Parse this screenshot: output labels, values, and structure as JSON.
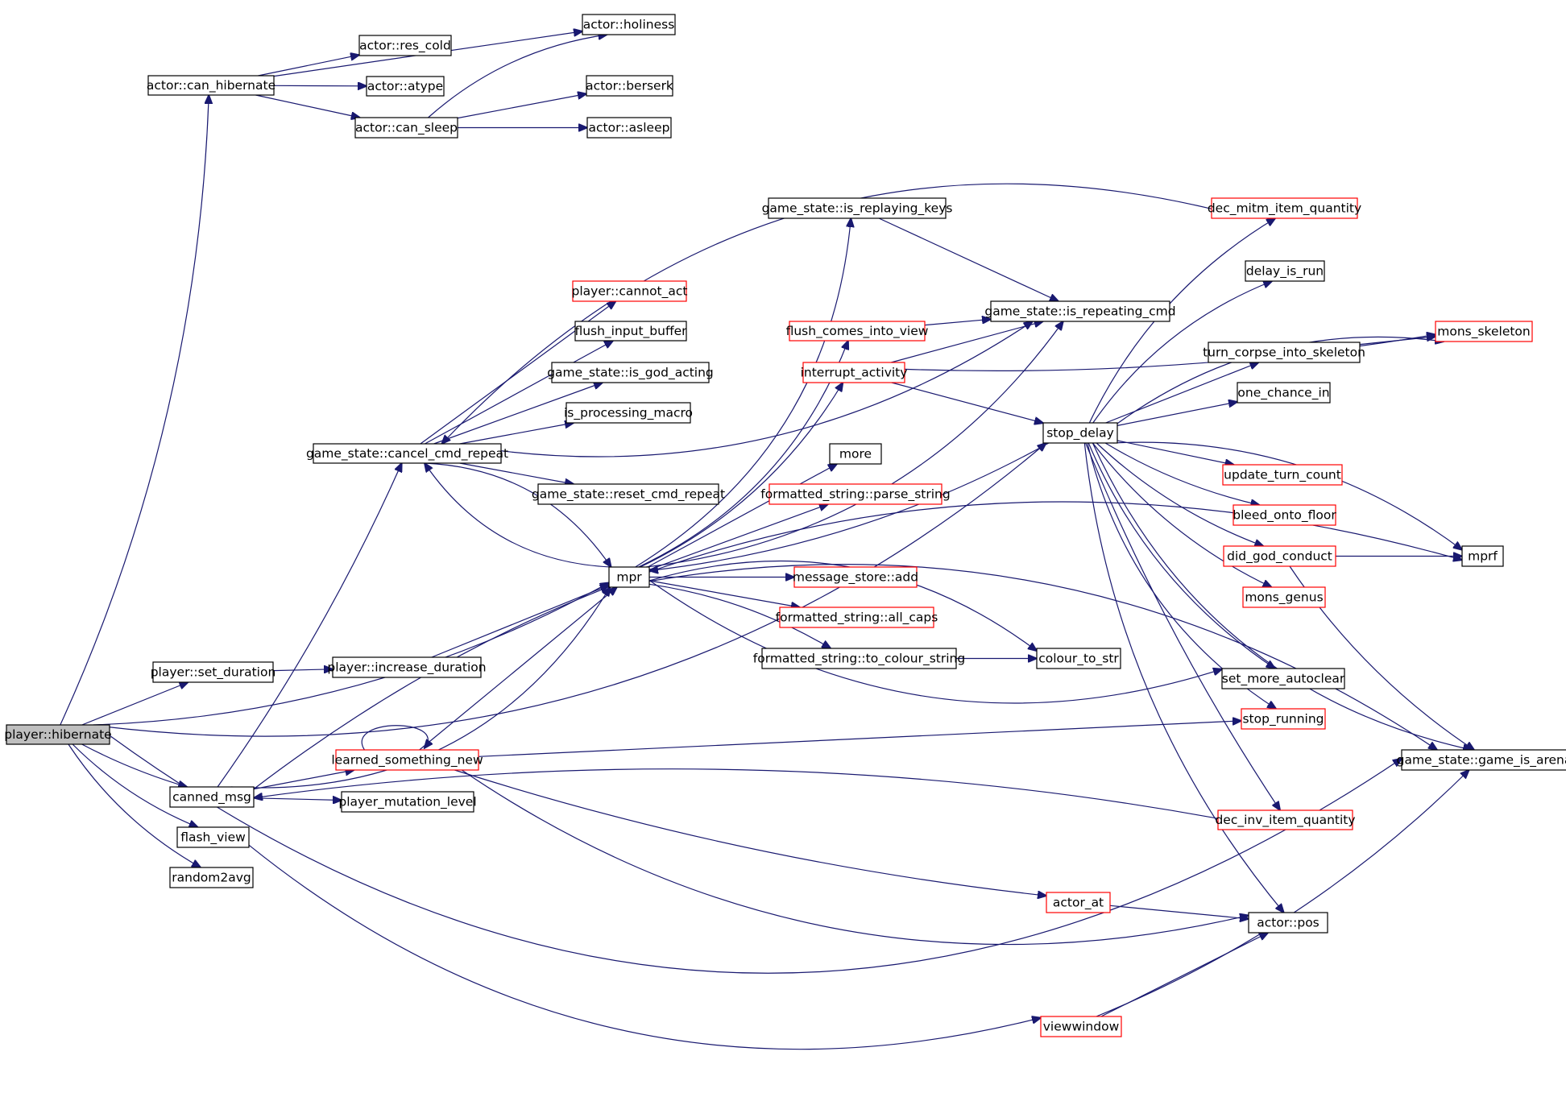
{
  "colors": {
    "edge": "#191970",
    "node_border_default": "#000000",
    "node_border_truncated": "#ff0000",
    "root_fill": "#bfbfbf",
    "node_fill": "#ffffff"
  },
  "nodes": [
    {
      "id": "hibernate",
      "label": "player::hibernate",
      "kind": "root"
    },
    {
      "id": "can_hibernate",
      "label": "actor::can_hibernate",
      "kind": "normal"
    },
    {
      "id": "holiness",
      "label": "actor::holiness",
      "kind": "normal"
    },
    {
      "id": "res_cold",
      "label": "actor::res_cold",
      "kind": "normal"
    },
    {
      "id": "atype",
      "label": "actor::atype",
      "kind": "normal"
    },
    {
      "id": "berserk",
      "label": "actor::berserk",
      "kind": "normal"
    },
    {
      "id": "can_sleep",
      "label": "actor::can_sleep",
      "kind": "normal"
    },
    {
      "id": "asleep",
      "label": "actor::asleep",
      "kind": "normal"
    },
    {
      "id": "is_replaying_keys",
      "label": "game_state::is_replaying_keys",
      "kind": "normal"
    },
    {
      "id": "dec_mitm",
      "label": "dec_mitm_item_quantity",
      "kind": "truncated"
    },
    {
      "id": "delay_is_run",
      "label": "delay_is_run",
      "kind": "normal"
    },
    {
      "id": "cannot_act",
      "label": "player::cannot_act",
      "kind": "truncated"
    },
    {
      "id": "is_repeating_cmd",
      "label": "game_state::is_repeating_cmd",
      "kind": "normal"
    },
    {
      "id": "flush_input_buffer",
      "label": "flush_input_buffer",
      "kind": "normal"
    },
    {
      "id": "flush_comes",
      "label": "flush_comes_into_view",
      "kind": "truncated"
    },
    {
      "id": "mons_skeleton",
      "label": "mons_skeleton",
      "kind": "truncated"
    },
    {
      "id": "turn_corpse",
      "label": "turn_corpse_into_skeleton",
      "kind": "normal"
    },
    {
      "id": "is_god_acting",
      "label": "game_state::is_god_acting",
      "kind": "normal"
    },
    {
      "id": "interrupt_activity",
      "label": "interrupt_activity",
      "kind": "truncated"
    },
    {
      "id": "one_chance_in",
      "label": "one_chance_in",
      "kind": "normal"
    },
    {
      "id": "is_processing_macro",
      "label": "is_processing_macro",
      "kind": "normal"
    },
    {
      "id": "stop_delay",
      "label": "stop_delay",
      "kind": "normal"
    },
    {
      "id": "cancel_cmd_repeat",
      "label": "game_state::cancel_cmd_repeat",
      "kind": "normal"
    },
    {
      "id": "more",
      "label": "more",
      "kind": "normal"
    },
    {
      "id": "update_turn_count",
      "label": "update_turn_count",
      "kind": "truncated"
    },
    {
      "id": "reset_cmd_repeat",
      "label": "game_state::reset_cmd_repeat",
      "kind": "normal"
    },
    {
      "id": "parse_string",
      "label": "formatted_string::parse_string",
      "kind": "truncated"
    },
    {
      "id": "bleed_onto_floor",
      "label": "bleed_onto_floor",
      "kind": "truncated"
    },
    {
      "id": "did_god_conduct",
      "label": "did_god_conduct",
      "kind": "truncated"
    },
    {
      "id": "mprf",
      "label": "mprf",
      "kind": "normal"
    },
    {
      "id": "mpr",
      "label": "mpr",
      "kind": "normal"
    },
    {
      "id": "message_store_add",
      "label": "message_store::add",
      "kind": "truncated"
    },
    {
      "id": "mons_genus",
      "label": "mons_genus",
      "kind": "truncated"
    },
    {
      "id": "all_caps",
      "label": "formatted_string::all_caps",
      "kind": "truncated"
    },
    {
      "id": "to_colour_string",
      "label": "formatted_string::to_colour_string",
      "kind": "normal"
    },
    {
      "id": "colour_to_str",
      "label": "colour_to_str",
      "kind": "normal"
    },
    {
      "id": "set_duration",
      "label": "player::set_duration",
      "kind": "normal"
    },
    {
      "id": "increase_duration",
      "label": "player::increase_duration",
      "kind": "normal"
    },
    {
      "id": "set_more_autoclear",
      "label": "set_more_autoclear",
      "kind": "normal"
    },
    {
      "id": "stop_running",
      "label": "stop_running",
      "kind": "truncated"
    },
    {
      "id": "learned_something_new",
      "label": "learned_something_new",
      "kind": "truncated"
    },
    {
      "id": "game_is_arena",
      "label": "game_state::game_is_arena",
      "kind": "normal"
    },
    {
      "id": "canned_msg",
      "label": "canned_msg",
      "kind": "normal"
    },
    {
      "id": "player_mutation_level",
      "label": "player_mutation_level",
      "kind": "normal"
    },
    {
      "id": "dec_inv",
      "label": "dec_inv_item_quantity",
      "kind": "truncated"
    },
    {
      "id": "flash_view",
      "label": "flash_view",
      "kind": "normal"
    },
    {
      "id": "random2avg",
      "label": "random2avg",
      "kind": "normal"
    },
    {
      "id": "actor_at",
      "label": "actor_at",
      "kind": "truncated"
    },
    {
      "id": "actor_pos",
      "label": "actor::pos",
      "kind": "normal"
    },
    {
      "id": "viewwindow",
      "label": "viewwindow",
      "kind": "truncated"
    }
  ],
  "edges": [
    [
      "hibernate",
      "can_hibernate"
    ],
    [
      "hibernate",
      "stop_delay"
    ],
    [
      "hibernate",
      "mpr"
    ],
    [
      "hibernate",
      "set_duration"
    ],
    [
      "hibernate",
      "canned_msg"
    ],
    [
      "hibernate",
      "flash_view"
    ],
    [
      "hibernate",
      "random2avg"
    ],
    [
      "hibernate",
      "game_is_arena"
    ],
    [
      "can_hibernate",
      "holiness"
    ],
    [
      "can_hibernate",
      "res_cold"
    ],
    [
      "can_hibernate",
      "atype"
    ],
    [
      "can_hibernate",
      "can_sleep"
    ],
    [
      "can_sleep",
      "holiness"
    ],
    [
      "can_sleep",
      "berserk"
    ],
    [
      "can_sleep",
      "asleep"
    ],
    [
      "cancel_cmd_repeat",
      "cannot_act"
    ],
    [
      "cancel_cmd_repeat",
      "flush_input_buffer"
    ],
    [
      "cancel_cmd_repeat",
      "is_god_acting"
    ],
    [
      "cancel_cmd_repeat",
      "is_processing_macro"
    ],
    [
      "cancel_cmd_repeat",
      "reset_cmd_repeat"
    ],
    [
      "cancel_cmd_repeat",
      "mpr"
    ],
    [
      "cancel_cmd_repeat",
      "is_repeating_cmd"
    ],
    [
      "mpr",
      "is_replaying_keys"
    ],
    [
      "mpr",
      "is_repeating_cmd"
    ],
    [
      "mpr",
      "flush_comes"
    ],
    [
      "mpr",
      "interrupt_activity"
    ],
    [
      "mpr",
      "more"
    ],
    [
      "mpr",
      "parse_string"
    ],
    [
      "mpr",
      "message_store_add"
    ],
    [
      "mpr",
      "all_caps"
    ],
    [
      "mpr",
      "to_colour_string"
    ],
    [
      "mpr",
      "colour_to_str"
    ],
    [
      "mpr",
      "game_is_arena"
    ],
    [
      "mpr",
      "cancel_cmd_repeat"
    ],
    [
      "mpr",
      "set_more_autoclear"
    ],
    [
      "is_replaying_keys",
      "is_repeating_cmd"
    ],
    [
      "flush_comes",
      "is_repeating_cmd"
    ],
    [
      "interrupt_activity",
      "is_repeating_cmd"
    ],
    [
      "interrupt_activity",
      "stop_delay"
    ],
    [
      "interrupt_activity",
      "mons_skeleton"
    ],
    [
      "dec_mitm",
      "cancel_cmd_repeat"
    ],
    [
      "to_colour_string",
      "colour_to_str"
    ],
    [
      "set_duration",
      "increase_duration"
    ],
    [
      "increase_duration",
      "mpr"
    ],
    [
      "canned_msg",
      "cancel_cmd_repeat"
    ],
    [
      "canned_msg",
      "learned_something_new"
    ],
    [
      "canned_msg",
      "player_mutation_level"
    ],
    [
      "canned_msg",
      "mpr"
    ],
    [
      "canned_msg",
      "mprf"
    ],
    [
      "learned_something_new",
      "learned_something_new"
    ],
    [
      "learned_something_new",
      "mpr"
    ],
    [
      "learned_something_new",
      "stop_running"
    ],
    [
      "learned_something_new",
      "actor_at"
    ],
    [
      "learned_something_new",
      "actor_pos"
    ],
    [
      "flash_view",
      "viewwindow"
    ],
    [
      "stop_delay",
      "dec_mitm"
    ],
    [
      "stop_delay",
      "delay_is_run"
    ],
    [
      "stop_delay",
      "turn_corpse"
    ],
    [
      "stop_delay",
      "mons_skeleton"
    ],
    [
      "stop_delay",
      "one_chance_in"
    ],
    [
      "stop_delay",
      "update_turn_count"
    ],
    [
      "stop_delay",
      "bleed_onto_floor"
    ],
    [
      "stop_delay",
      "did_god_conduct"
    ],
    [
      "stop_delay",
      "mons_genus"
    ],
    [
      "stop_delay",
      "set_more_autoclear"
    ],
    [
      "stop_delay",
      "stop_running"
    ],
    [
      "stop_delay",
      "dec_inv"
    ],
    [
      "stop_delay",
      "actor_pos"
    ],
    [
      "stop_delay",
      "mprf"
    ],
    [
      "stop_delay",
      "game_is_arena"
    ],
    [
      "stop_delay",
      "mpr"
    ],
    [
      "turn_corpse",
      "mons_skeleton"
    ],
    [
      "did_god_conduct",
      "mprf"
    ],
    [
      "did_god_conduct",
      "game_is_arena"
    ],
    [
      "dec_inv",
      "canned_msg"
    ],
    [
      "actor_at",
      "actor_pos"
    ],
    [
      "viewwindow",
      "actor_pos"
    ],
    [
      "viewwindow",
      "game_is_arena"
    ]
  ]
}
